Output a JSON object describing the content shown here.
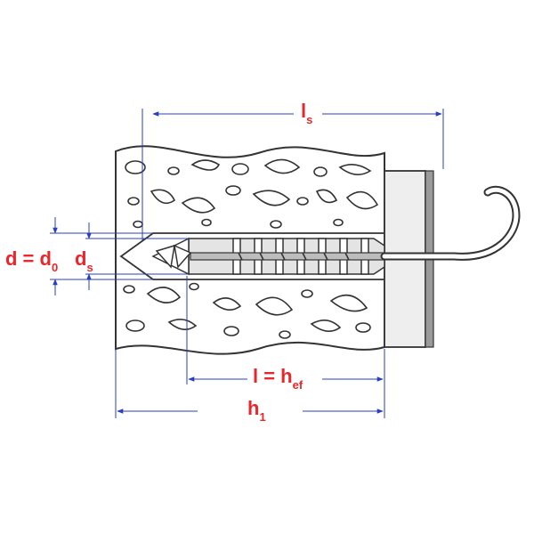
{
  "dimensions": {
    "ls": {
      "main": "l",
      "sub": "s"
    },
    "d_d0": {
      "main": "d = d",
      "sub": "0"
    },
    "ds": {
      "main": "d",
      "sub": "s"
    },
    "l_hef": {
      "main": "l = h",
      "sub": "ef"
    },
    "h1": {
      "main": "h",
      "sub": "1"
    }
  },
  "colors": {
    "label": "#e8262b",
    "dimension_line": "#2a3fbf",
    "outline": "#333333",
    "fixture_fill": "#eeeeee",
    "plate_fill": "#9a9a9a"
  }
}
